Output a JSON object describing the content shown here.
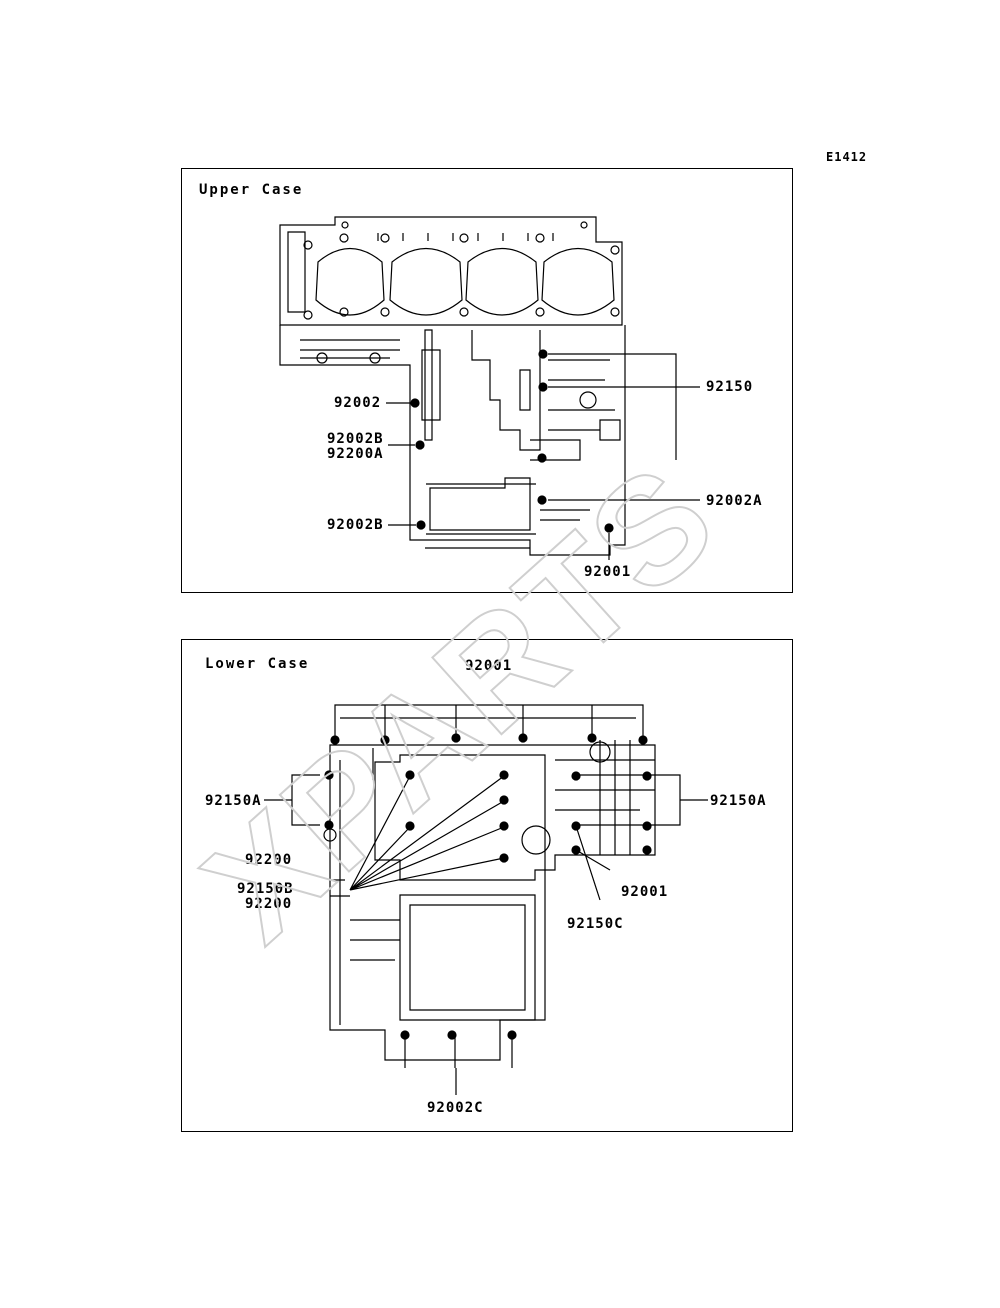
{
  "diagram_code": "E1412",
  "watermark": "XPARTS",
  "upper": {
    "title": "Upper Case",
    "labels": {
      "p92002": "92002",
      "p92002B_top": "92002B",
      "p92200A": "92200A",
      "p92002B_bottom": "92002B",
      "p92150": "92150",
      "p92002A": "92002A",
      "p92001": "92001"
    }
  },
  "lower": {
    "title": "Lower Case",
    "labels": {
      "p92001_top": "92001",
      "p92150A_left": "92150A",
      "p92200_a": "92200",
      "p92150B": "92150B",
      "p92200_b": "92200",
      "p92150A_right": "92150A",
      "p92001_right": "92001",
      "p92150C": "92150C",
      "p92002C": "92002C"
    }
  }
}
